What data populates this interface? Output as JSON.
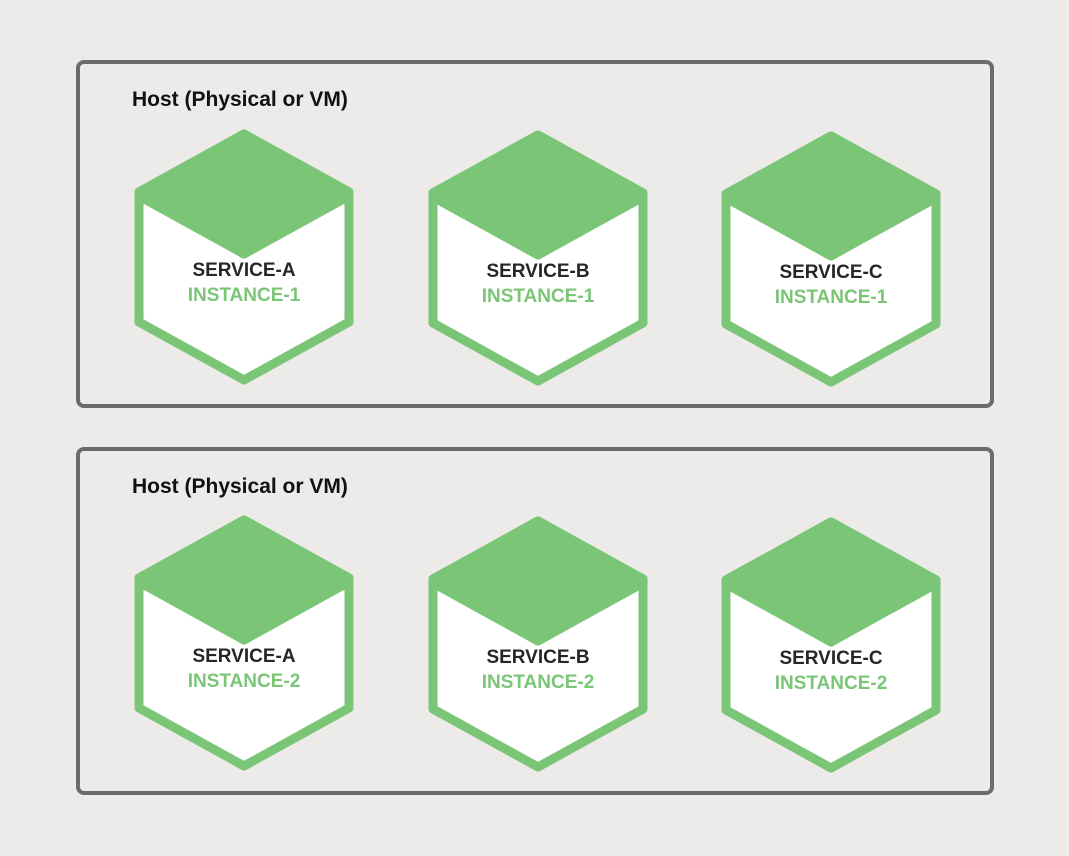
{
  "colors": {
    "accent": "#7bc577",
    "border": "#6b6b6b",
    "background": "#edebe9"
  },
  "hosts": [
    {
      "label": "Host (Physical or VM)",
      "services": [
        {
          "service": "SERVICE-A",
          "instance": "INSTANCE-1"
        },
        {
          "service": "SERVICE-B",
          "instance": "INSTANCE-1"
        },
        {
          "service": "SERVICE-C",
          "instance": "INSTANCE-1"
        }
      ]
    },
    {
      "label": "Host (Physical or VM)",
      "services": [
        {
          "service": "SERVICE-A",
          "instance": "INSTANCE-2"
        },
        {
          "service": "SERVICE-B",
          "instance": "INSTANCE-2"
        },
        {
          "service": "SERVICE-C",
          "instance": "INSTANCE-2"
        }
      ]
    }
  ]
}
